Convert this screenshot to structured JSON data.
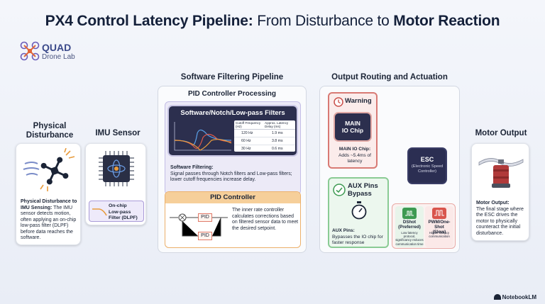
{
  "title": {
    "bold1": "PX4 Control Latency Pipeline:",
    "light": " From Disturbance to ",
    "bold2": "Motor Reaction"
  },
  "logo": {
    "line1": "QUAD",
    "line2": "Drone Lab"
  },
  "sections": {
    "disturbance": {
      "heading": "Physical\nDisturbance",
      "caption_bold": "Physical Disturbance to IMU Sensing:",
      "caption": "The IMU sensor detects motion, often applying an on-chip low-pass filter (DLPF) before data reaches the software."
    },
    "imu": {
      "heading": "IMU Sensor",
      "dlpf_label": "On-chip\nLow-pass\nFilter (DLPF)"
    },
    "software": {
      "heading": "Software Filtering Pipeline",
      "panel_title": "PID Controller Processing",
      "filters_title": "Software/Notch/Low-pass Filters",
      "table_headers": [
        "Cutoff Frequency (Hz)",
        "Approx. Latency Delay (ms)"
      ],
      "table_rows": [
        [
          "120 Hz",
          "1.9 ms"
        ],
        [
          "60 Hz",
          "3.8 ms"
        ],
        [
          "30 Hz",
          "0.6 ms"
        ]
      ],
      "filter_caption_bold": "Software Filtering:",
      "filter_caption": "Signal passes through Notch filters and Low-pass filters; lower cutoff frequencies increase delay.",
      "pid_title": "PID Controller",
      "pid_block1": "PID",
      "pid_block2": "PID",
      "pid_caption": "The inner rate controller calculates corrections based on filtered sensor data to meet the desired setpoint."
    },
    "output": {
      "heading": "Output Routing and Actuation",
      "warning_label": "Warning",
      "main_chip": "MAIN\nIO Chip",
      "main_caption_bold": "MAIN IO Chip:",
      "main_caption": "Adds ~5.4ms of latency",
      "esc_title": "ESC",
      "esc_sub": "(Electronic Speed\nController)",
      "aux_title": "AUX Pins\nBypass",
      "aux_caption_bold": "AUX Pins:",
      "aux_caption": "Bypasses the IO chip for faster response",
      "dshot_title": "DShot\n(Preferred)",
      "dshot_caption": "Low latency protocol, significancy reduces communication time",
      "pwm_title": "PWM/One-Shot\n(Slow)",
      "pwm_caption": "Higher latency communication"
    },
    "motor": {
      "heading": "Motor Output",
      "caption_bold": "Motor Output:",
      "caption": "The final stage where the ESC drives the motor to physically counteract the initial disturbance."
    }
  },
  "footer": {
    "brand": "NotebookLM"
  },
  "colors": {
    "accent_purple": "#7a6bb8",
    "warning_red": "#c9504a",
    "green": "#3e9a52",
    "orange": "#e89b3c",
    "dark_navy": "#2c2f4e"
  }
}
